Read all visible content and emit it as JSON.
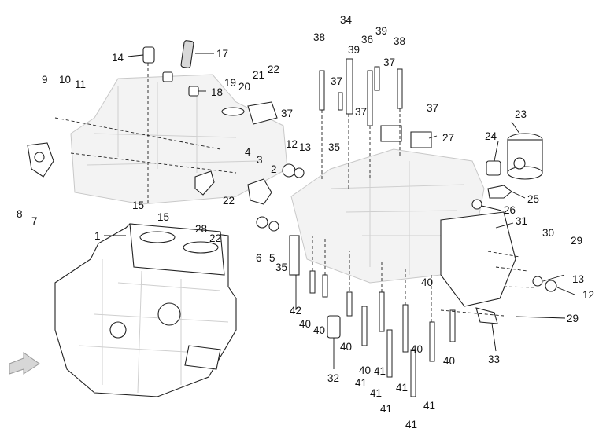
{
  "callouts": [
    "1",
    "2",
    "3",
    "4",
    "5",
    "6",
    "7",
    "8",
    "9",
    "10",
    "11",
    "12",
    "12",
    "13",
    "13",
    "14",
    "15",
    "15",
    "17",
    "18",
    "19",
    "20",
    "21",
    "22",
    "22",
    "22",
    "23",
    "24",
    "25",
    "26",
    "27",
    "28",
    "29",
    "29",
    "30",
    "31",
    "32",
    "33",
    "34",
    "35",
    "35",
    "36",
    "37",
    "37",
    "37",
    "37",
    "37",
    "38",
    "38",
    "39",
    "39",
    "40",
    "40",
    "40",
    "40",
    "40",
    "40",
    "40",
    "41",
    "41",
    "41",
    "41",
    "41",
    "41",
    "41",
    "42"
  ],
  "icons": [
    "orientation-arrow-icon"
  ],
  "colors": {
    "line": "#222222",
    "ghost": "#c8c8c8",
    "background": "#ffffff"
  }
}
